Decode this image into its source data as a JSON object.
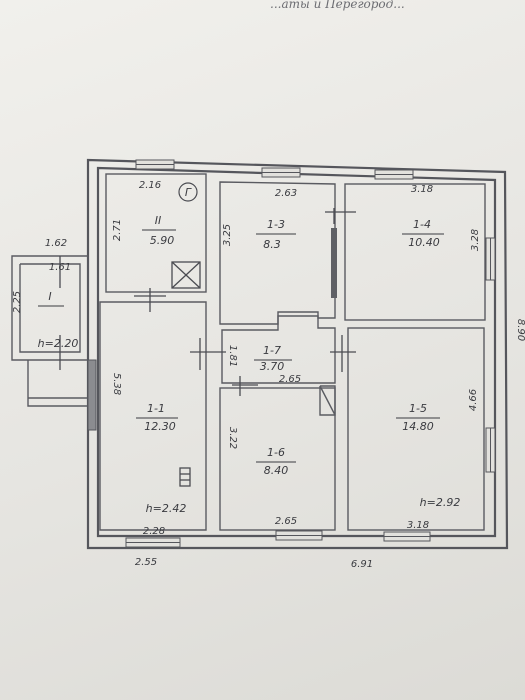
{
  "header_note": "...аты и  Перегород...",
  "overall": {
    "width": "6.91",
    "depth": "8.90"
  },
  "rooms": [
    {
      "id": "1-1",
      "area": "12.30",
      "height": "h=2.42"
    },
    {
      "id": "1-3",
      "area": "8.3"
    },
    {
      "id": "1-4",
      "area": "10.40"
    },
    {
      "id": "1-5",
      "area": "14.80",
      "height": "h=2.92"
    },
    {
      "id": "1-6",
      "area": "8.40"
    },
    {
      "id": "1-7",
      "area": "3.70"
    },
    {
      "id": "II",
      "area": "5.90"
    },
    {
      "id": "I",
      "height": "h=2.20"
    }
  ],
  "dims": {
    "d216": "2.16",
    "d271": "2.71",
    "d263": "2.63",
    "d325": "3.25",
    "d318a": "3.18",
    "d328": "3.28",
    "d538": "5.38",
    "d181": "1.81",
    "d265a": "2.65",
    "d466": "4.66",
    "d322": "3.22",
    "d228": "2.28",
    "d255": "2.55",
    "d265b": "2.65",
    "d318b": "3.18",
    "d162": "1.62",
    "d161": "1.61",
    "d225": "2.25"
  },
  "stove_label": "Г"
}
